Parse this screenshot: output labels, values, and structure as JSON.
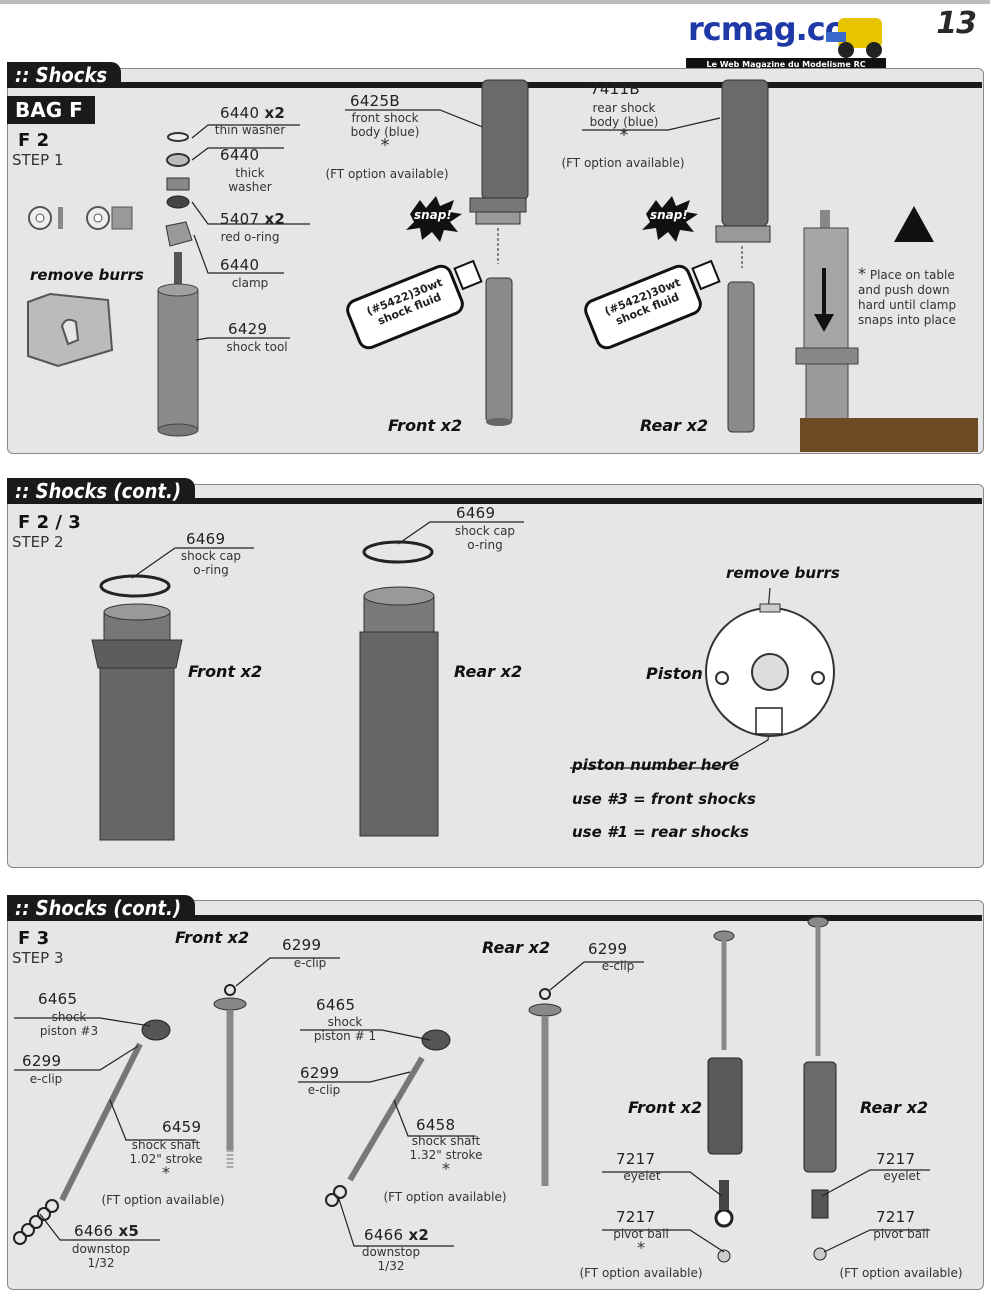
{
  "header": {
    "page_number": "13",
    "logo_text": "rcmag.com",
    "logo_tagline": "Le Web Magazine du Modelisme RC"
  },
  "s1": {
    "title": ":: Shocks",
    "bag": "BAG F",
    "step_code": "F 2",
    "step_label": "STEP 1",
    "p_6440a": {
      "num": "6440",
      "qty": "x2",
      "desc": "thin washer"
    },
    "p_6440b": {
      "num": "6440",
      "desc1": "thick",
      "desc2": "washer"
    },
    "p_5407": {
      "num": "5407",
      "qty": "x2",
      "desc": "red o-ring"
    },
    "p_6440c": {
      "num": "6440",
      "desc": "clamp"
    },
    "p_6429": {
      "num": "6429",
      "desc": "shock tool"
    },
    "remove_burrs": "remove burrs",
    "p_6425B": {
      "num": "6425B",
      "desc1": "front shock",
      "desc2": "body (blue)",
      "star": "*",
      "ft": "(FT option available)"
    },
    "p_7411B": {
      "num": "7411B",
      "desc1": "rear shock",
      "desc2": "body (blue)",
      "star": "*",
      "ft": "(FT option available)"
    },
    "snap": "snap!",
    "fluid": {
      "line1": "(#5422)30wt",
      "line2": "shock fluid"
    },
    "front": "Front",
    "front_qty": "x2",
    "rear": "Rear",
    "rear_qty": "x2",
    "note": {
      "star": "*",
      "l1": "Place on table",
      "l2": "and push down",
      "l3": "hard until clamp",
      "l4": "snaps into place"
    }
  },
  "s2": {
    "title": ":: Shocks (cont.)",
    "step_code": "F 2 / 3",
    "step_label": "STEP 2",
    "p_6469a": {
      "num": "6469",
      "desc1": "shock cap",
      "desc2": "o-ring"
    },
    "p_6469b": {
      "num": "6469",
      "desc1": "shock cap",
      "desc2": "o-ring"
    },
    "front": "Front",
    "front_qty": "x2",
    "rear": "Rear",
    "rear_qty": "x2",
    "remove_burrs": "remove burrs",
    "piston": "Piston",
    "piston_number": "piston number here",
    "use3": "use #3 = front shocks",
    "use1": "use #1 = rear shocks"
  },
  "s3": {
    "title": ":: Shocks (cont.)",
    "step_code": "F 3",
    "step_label": "STEP 3",
    "front": "Front",
    "front_qty": "x2",
    "rear": "Rear",
    "rear_qty": "x2",
    "p_6299a": {
      "num": "6299",
      "desc": "e-clip"
    },
    "p_6465a": {
      "num": "6465",
      "desc1": "shock",
      "desc2": "piston #3"
    },
    "p_6299b": {
      "num": "6299",
      "desc": "e-clip"
    },
    "p_6459": {
      "num": "6459",
      "desc1": "shock shaft",
      "desc2": "1.02\" stroke",
      "star": "*",
      "ft": "(FT option available)"
    },
    "p_6466a": {
      "num": "6466",
      "qty": "x5",
      "desc1": "downstop",
      "desc2": "1/32"
    },
    "p_6465b": {
      "num": "6465",
      "desc1": "shock",
      "desc2": "piston # 1"
    },
    "p_6299c": {
      "num": "6299",
      "desc": "e-clip"
    },
    "p_6458": {
      "num": "6458",
      "desc1": "shock shaft",
      "desc2": "1.32\" stroke",
      "star": "*",
      "ft": "(FT option available)"
    },
    "p_6466b": {
      "num": "6466",
      "qty": "x2",
      "desc1": "downstop",
      "desc2": "1/32"
    },
    "p_6299d": {
      "num": "6299",
      "desc": "e-clip"
    },
    "front2": "Front",
    "front2_qty": "x2",
    "rear2": "Rear",
    "rear2_qty": "x2",
    "p_7217a": {
      "num": "7217",
      "desc": "eyelet"
    },
    "p_7217b": {
      "num": "7217",
      "desc": "pivot ball",
      "star": "*",
      "ft": "(FT option available)"
    },
    "p_7217c": {
      "num": "7217",
      "desc": "eyelet"
    },
    "p_7217d": {
      "num": "7217",
      "desc": "pivot ball",
      "ft": "(FT option available)"
    }
  }
}
